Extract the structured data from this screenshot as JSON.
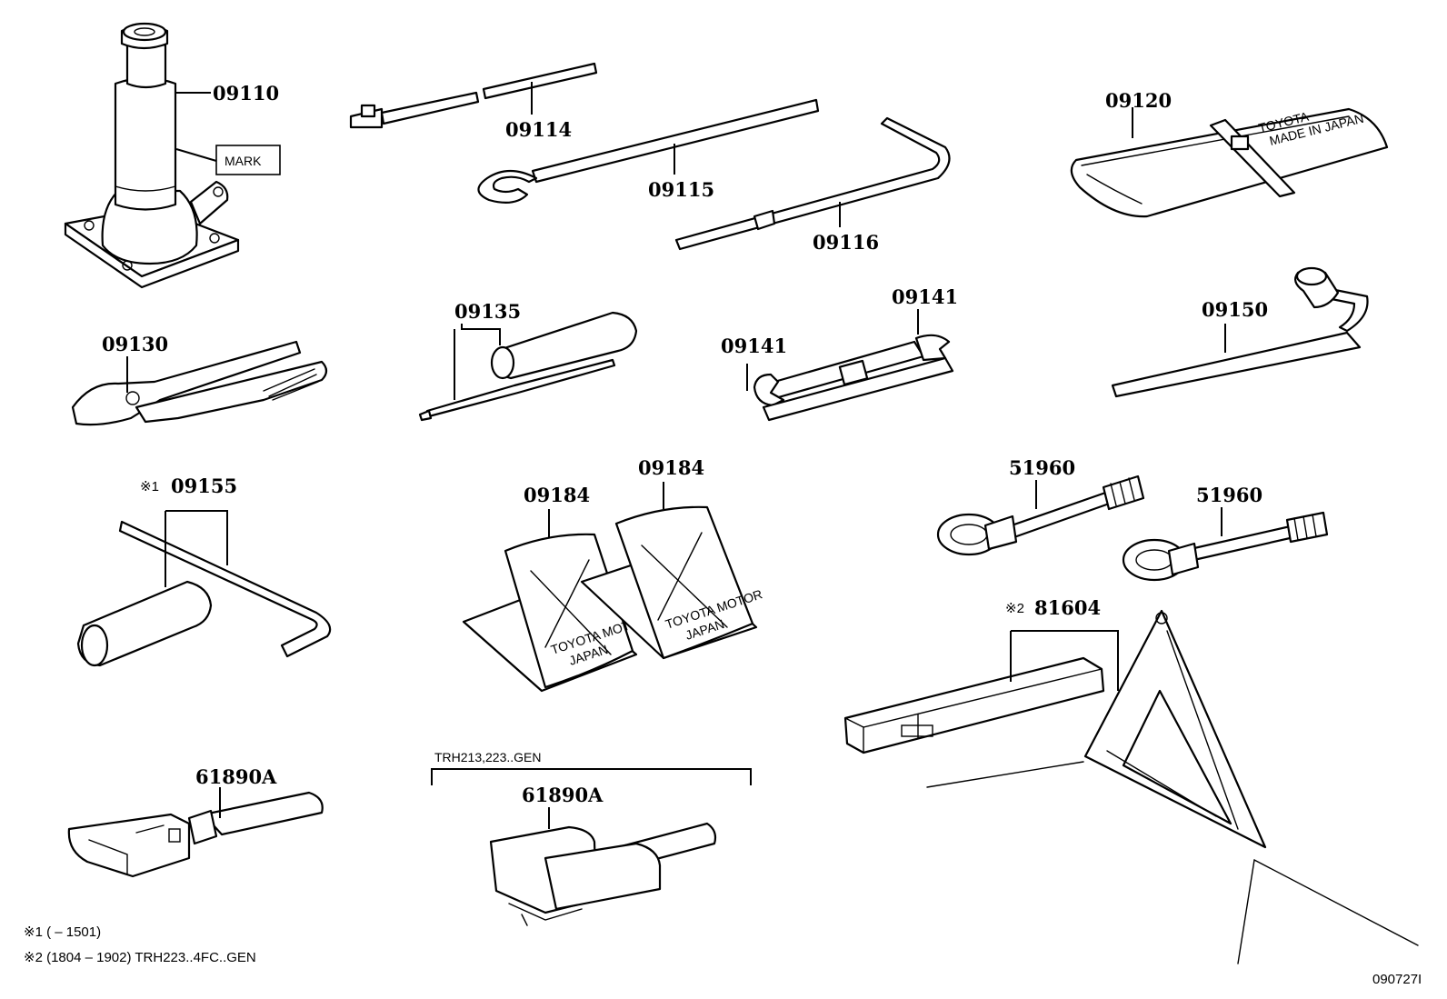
{
  "parts": {
    "jack": "09110",
    "jack_mark": "MARK",
    "extension_bar": "09114",
    "jack_handle": "09115",
    "handle_rod": "09116",
    "tool_bag": "09120",
    "tool_bag_print_line1": "TOYOTA",
    "tool_bag_print_line2": "MADE IN JAPAN",
    "pliers": "09130",
    "screwdriver": "09135",
    "wrench_left": "09141",
    "wrench_right": "09141",
    "lug_wrench": "09150",
    "socket_wrench_marker": "※1",
    "socket_wrench": "09155",
    "chock_left": "09184",
    "chock_right": "09184",
    "chock_print_line1": "TOYOTA MOTOR",
    "chock_print_line2": "JAPAN",
    "towing_eye_upper": "51960",
    "towing_eye_lower": "51960",
    "warning_triangle_marker": "※2",
    "warning_triangle": "81604",
    "lug_adapter_left": "61890A",
    "lug_adapter_right": "61890A",
    "variant_group_label": "TRH213,223..GEN"
  },
  "footnotes": {
    "note1": "※1 (        – 1501)",
    "note2": "※2 (1804 – 1902) TRH223..4FC..GEN"
  },
  "diagram_id": "090727I"
}
